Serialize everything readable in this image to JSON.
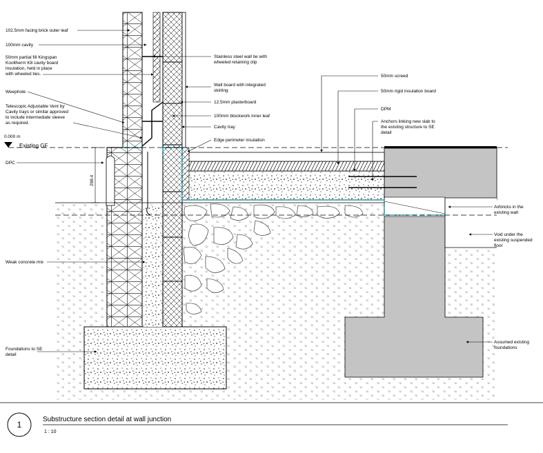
{
  "drawing": {
    "title": "Substructure section detail at wall junction",
    "scale": "1 : 10",
    "number": "1"
  },
  "level": {
    "value": "0.000 m",
    "name": "Existing GF"
  },
  "dimension": "298.4",
  "labels_left": {
    "brick_leaf": "102.5mm facing brick outer leaf",
    "cavity": "100mm cavity",
    "insulation": [
      "50mm partial fill Kingspan",
      "Kooltherm K8 cavity board",
      "insulation, held in place",
      "with wheeled ties."
    ],
    "weephole": "Weephole",
    "vent": [
      "Telescopic Adjustable Vent by",
      "Cavity trays or similar approved",
      "to include intermediate sleeve",
      "as required."
    ],
    "dpc": "DPC",
    "concrete_mix": "Weak concrete mix",
    "foundations": [
      "Foundations to SE",
      "detail"
    ]
  },
  "labels_mid": {
    "wall_tie": [
      "Stainless steel wall tie with",
      "wheeled retaining clip"
    ],
    "wall_board": [
      "Wall board with integrated",
      "skirting"
    ],
    "plasterboard": "12.5mm plasterboard",
    "blockwork": "100mm blockwork inner leaf",
    "cavity_tray": "Cavity tray",
    "edge_insulation": "Edge perimeter insulation"
  },
  "labels_right": {
    "screed": "50mm screed",
    "rigid_insulation": "50mm rigid insulation board",
    "dpm": "DPM",
    "anchors": [
      "Anchors linking new slab to",
      "the existing structure to SE",
      "detail"
    ],
    "airbricks": [
      "Airbricks in the",
      "existing wall"
    ],
    "void": [
      "Void under the",
      "existing suspended",
      "floor"
    ],
    "existing_foundations": [
      "Assumed existing",
      "foundations"
    ]
  },
  "colors": {
    "line": "#000000",
    "hatch": "#222222",
    "existing_fill": "#c4c4c4",
    "highlight": "#1aa3b3"
  }
}
